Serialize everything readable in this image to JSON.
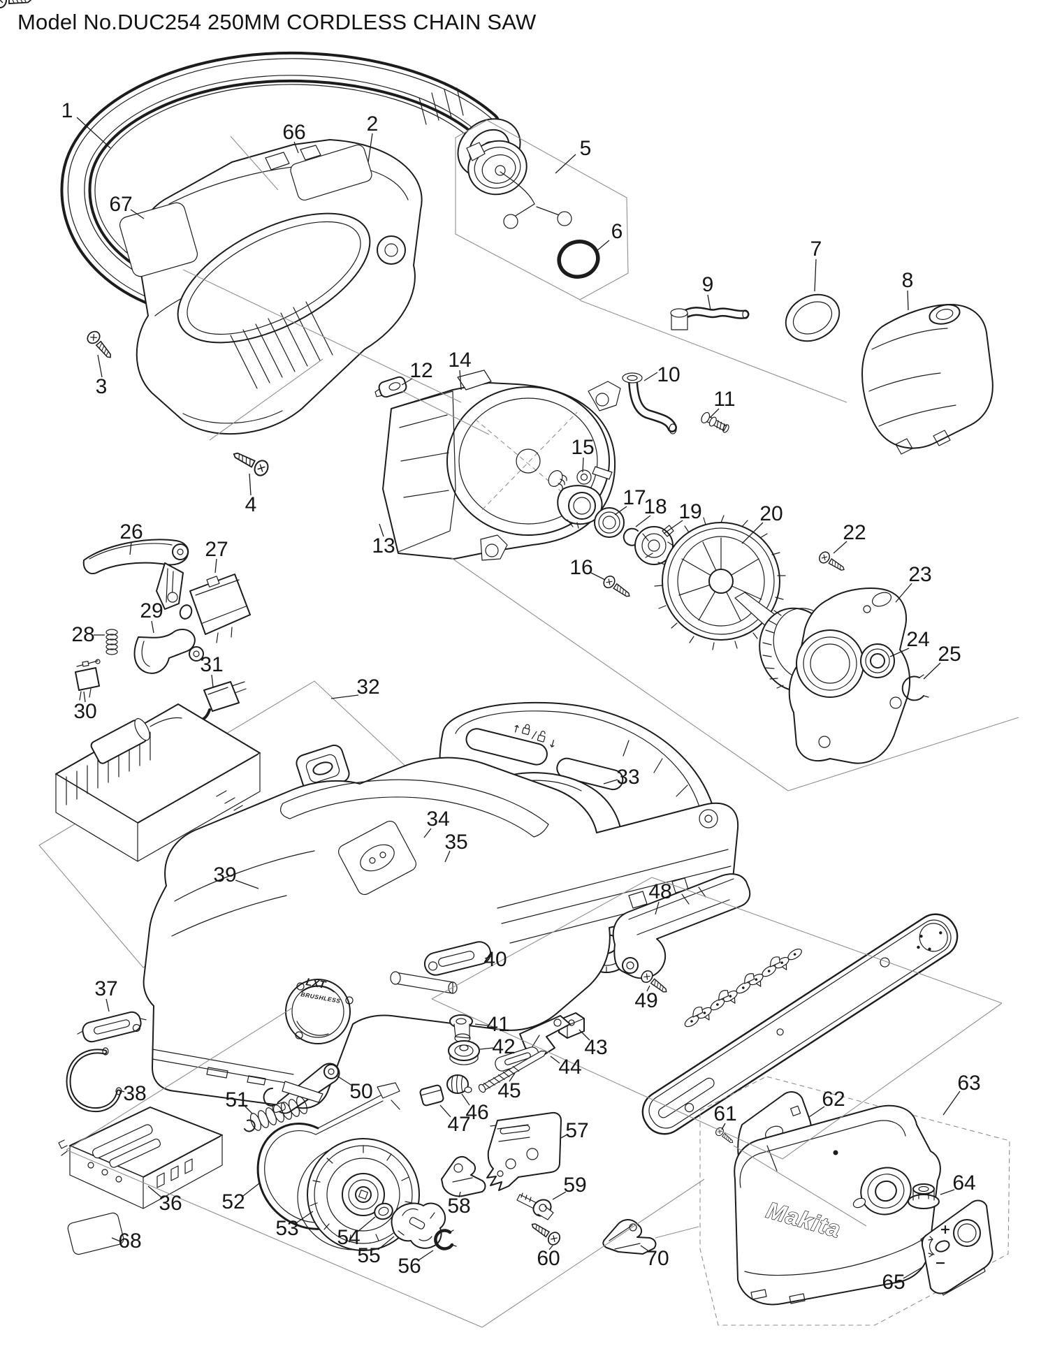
{
  "title": "Model No.DUC254 250MM CORDLESS CHAIN SAW",
  "drawing": {
    "cover_logo": "Makita",
    "housing_badge_line1": "LXT",
    "housing_badge_line2": "BRUSHLESS",
    "tension_plus": "+",
    "tension_minus": "−",
    "guard_arrow_up": "↑",
    "guard_slash": "/",
    "guard_arrow_down": "↓"
  },
  "parts": [
    {
      "number": "1"
    },
    {
      "number": "2"
    },
    {
      "number": "3"
    },
    {
      "number": "4"
    },
    {
      "number": "5"
    },
    {
      "number": "6"
    },
    {
      "number": "7"
    },
    {
      "number": "8"
    },
    {
      "number": "9"
    },
    {
      "number": "10"
    },
    {
      "number": "11"
    },
    {
      "number": "12"
    },
    {
      "number": "13"
    },
    {
      "number": "14"
    },
    {
      "number": "15"
    },
    {
      "number": "16"
    },
    {
      "number": "17"
    },
    {
      "number": "18"
    },
    {
      "number": "19"
    },
    {
      "number": "20"
    },
    {
      "number": "22"
    },
    {
      "number": "23"
    },
    {
      "number": "24"
    },
    {
      "number": "25"
    },
    {
      "number": "26"
    },
    {
      "number": "27"
    },
    {
      "number": "28"
    },
    {
      "number": "29"
    },
    {
      "number": "30"
    },
    {
      "number": "31"
    },
    {
      "number": "32"
    },
    {
      "number": "33"
    },
    {
      "number": "34"
    },
    {
      "number": "35"
    },
    {
      "number": "36"
    },
    {
      "number": "37"
    },
    {
      "number": "38"
    },
    {
      "number": "39"
    },
    {
      "number": "40"
    },
    {
      "number": "41"
    },
    {
      "number": "42"
    },
    {
      "number": "43"
    },
    {
      "number": "44"
    },
    {
      "number": "45"
    },
    {
      "number": "46"
    },
    {
      "number": "47"
    },
    {
      "number": "48"
    },
    {
      "number": "49"
    },
    {
      "number": "50"
    },
    {
      "number": "51"
    },
    {
      "number": "52"
    },
    {
      "number": "53"
    },
    {
      "number": "54"
    },
    {
      "number": "55"
    },
    {
      "number": "56"
    },
    {
      "number": "57"
    },
    {
      "number": "58"
    },
    {
      "number": "59"
    },
    {
      "number": "60"
    },
    {
      "number": "61"
    },
    {
      "number": "62"
    },
    {
      "number": "63"
    },
    {
      "number": "64"
    },
    {
      "number": "65"
    },
    {
      "number": "66"
    },
    {
      "number": "67"
    },
    {
      "number": "68"
    },
    {
      "number": "70"
    }
  ]
}
